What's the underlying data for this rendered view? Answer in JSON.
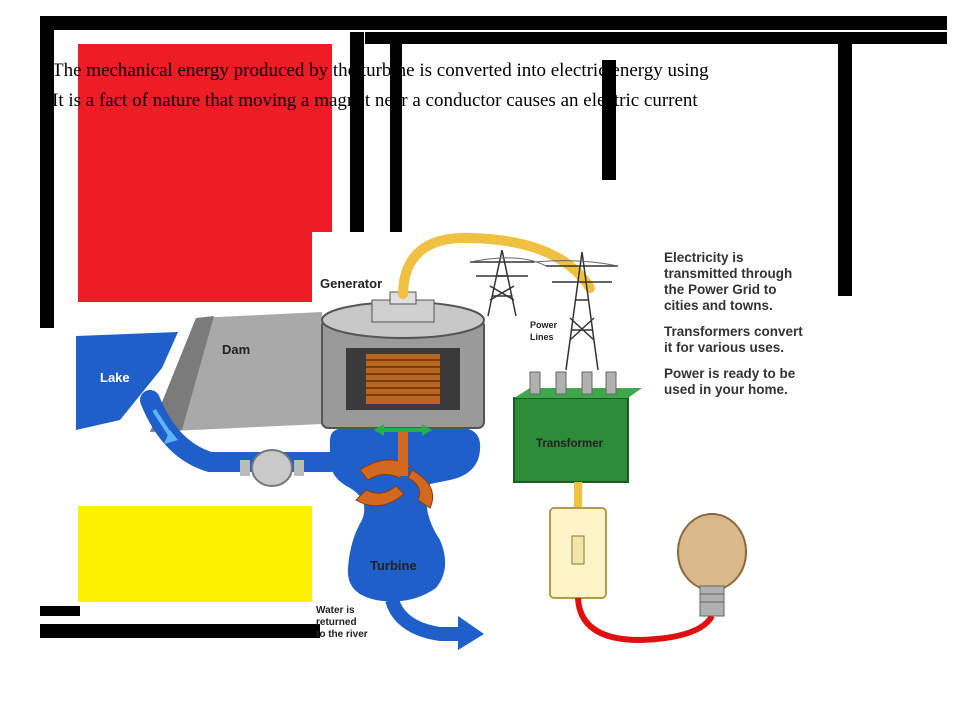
{
  "slide": {
    "text_lines": [
      "The mechanical energy produced by the turbine is converted into electric energy using",
      "It is a fact of nature that moving a magnet near a conductor causes an electric current"
    ]
  },
  "diagram": {
    "labels": {
      "generator": "Generator",
      "power_lines": [
        "Power",
        "Lines"
      ],
      "lake": "Lake",
      "dam": "Dam",
      "transformer": "Transformer",
      "turbine": "Turbine",
      "water_return": [
        "Water is",
        "returned",
        "to the river"
      ]
    },
    "side_text": [
      "Electricity is transmitted through the Power Grid to cities and towns.",
      "Transformers convert it for various uses.",
      "Power is ready to be used in your home."
    ]
  },
  "colors": {
    "red_block": "#ee1c25",
    "yellow_block": "#fff200",
    "water": "#1e5fc9",
    "transformer": "#2e8b3a",
    "copper": "#d2691e",
    "wire_yellow": "#f0c040",
    "wire_red": "#e01010"
  }
}
